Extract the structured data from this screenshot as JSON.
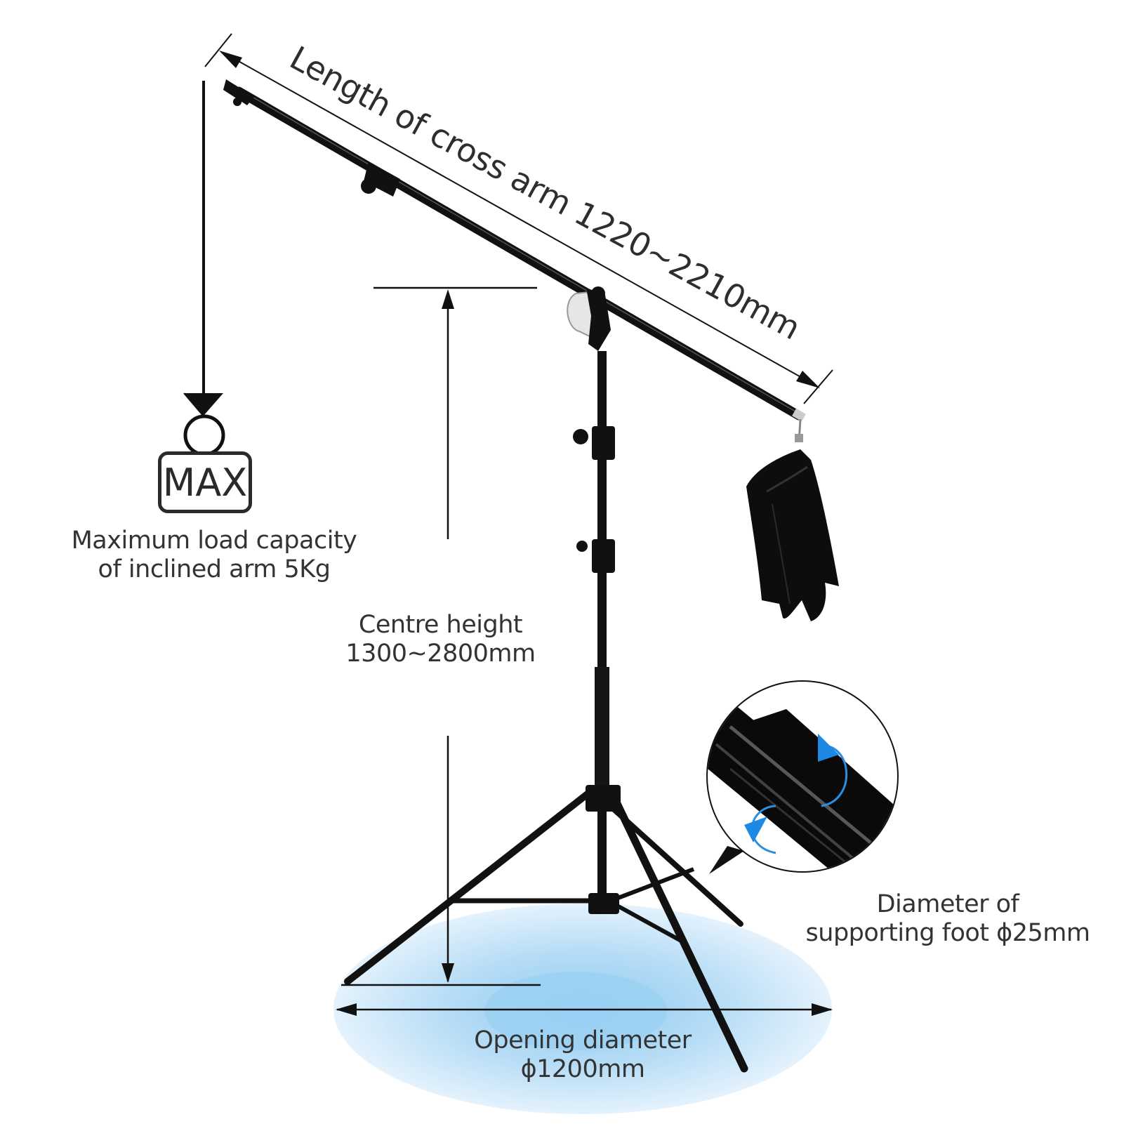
{
  "arm_length_label": "Length of cross arm 1220~2210mm",
  "max_badge": "MAX",
  "load_capacity": {
    "line1": "Maximum load capacity",
    "line2": "of inclined arm 5Kg"
  },
  "centre_height": {
    "line1": "Centre height",
    "line2": "1300~2800mm"
  },
  "foot_diameter": {
    "line1": "Diameter of",
    "line2": "supporting foot ϕ25mm"
  },
  "opening_diameter": {
    "line1": "Opening diameter",
    "line2": "ϕ1200mm"
  },
  "colors": {
    "stand": "#121212",
    "text": "#333333",
    "floor_glow": "#8fc9ef",
    "rotate_arrow": "#2a8fe0"
  }
}
